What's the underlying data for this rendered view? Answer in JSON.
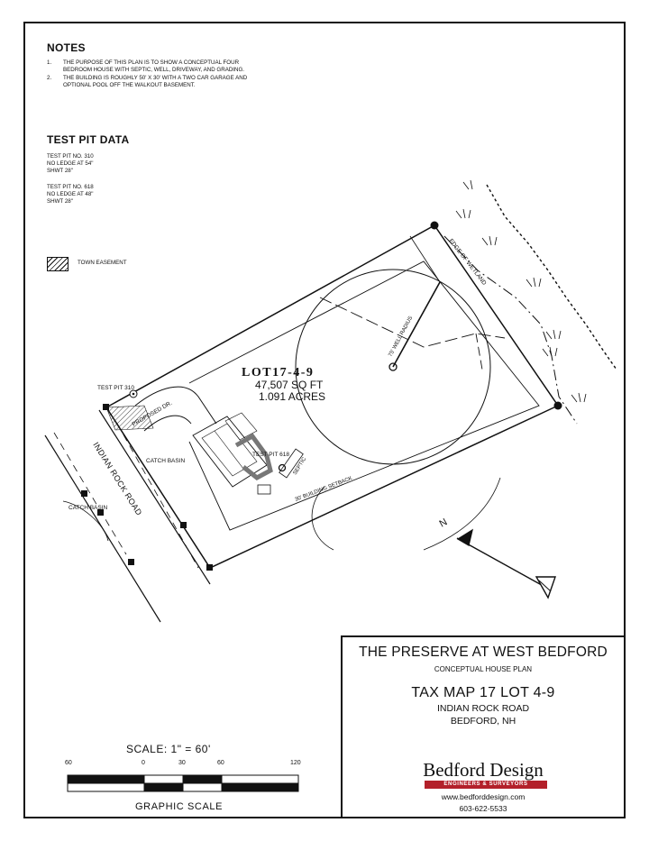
{
  "notes": {
    "title": "NOTES",
    "items": [
      {
        "num": "1.",
        "text": "THE PURPOSE OF THIS PLAN IS TO SHOW A CONCEPTUAL FOUR BEDROOM HOUSE WITH SEPTIC, WELL, DRIVEWAY, AND GRADING."
      },
      {
        "num": "2.",
        "text": "THE BUILDING IS ROUGHLY 50' X 30' WITH A TWO CAR GARAGE AND OPTIONAL POOL OFF THE WALKOUT BASEMENT."
      }
    ]
  },
  "test_pit": {
    "title": "TEST PIT DATA",
    "pits": [
      {
        "no": "TEST PIT NO. 310",
        "ledge": "NO LEDGE AT 54\"",
        "shwt": "SHWT 28\""
      },
      {
        "no": "TEST PIT NO. 618",
        "ledge": "NO LEDGE AT 48\"",
        "shwt": "SHWT 28\""
      }
    ]
  },
  "legend": {
    "label": "TOWN EASEMENT"
  },
  "plan": {
    "lot_label": "LOT17-4-9",
    "area_sqft": "47,507 SQ FT",
    "area_acres": "1.091 ACRES",
    "well_radius": "75' WELL RADIUS",
    "edge_wetland": "EDGE OF WETLAND",
    "test_pit_310": "TEST PIT 310",
    "test_pit_618": "TEST PIT 618",
    "proposed_dr": "PROPOSED DR.",
    "septic": "SEPTIC",
    "setback": "30' BUILDING SETBACK",
    "catch_basin_1": "CATCH BASIN",
    "catch_basin_2": "CATCH BASIN",
    "road_name": "INDIAN ROCK ROAD",
    "north": "N"
  },
  "title_block": {
    "project": "THE PRESERVE AT WEST BEDFORD",
    "subtitle": "CONCEPTUAL HOUSE PLAN",
    "tax_map": "TAX MAP 17 LOT 4-9",
    "road": "INDIAN ROCK ROAD",
    "town": "BEDFORD, NH",
    "firm": "Bedford Design",
    "firm_tag": "ENGINEERS & SURVEYORS",
    "website": "www.bedforddesign.com",
    "phone": "603-622-5533"
  },
  "scale": {
    "label": "SCALE:  1\"  =  60'",
    "ticks": [
      "60",
      "0",
      "30",
      "60",
      "120"
    ],
    "graphic_label": "GRAPHIC  SCALE"
  },
  "colors": {
    "line": "#111111",
    "brand_red": "#b3202a"
  }
}
